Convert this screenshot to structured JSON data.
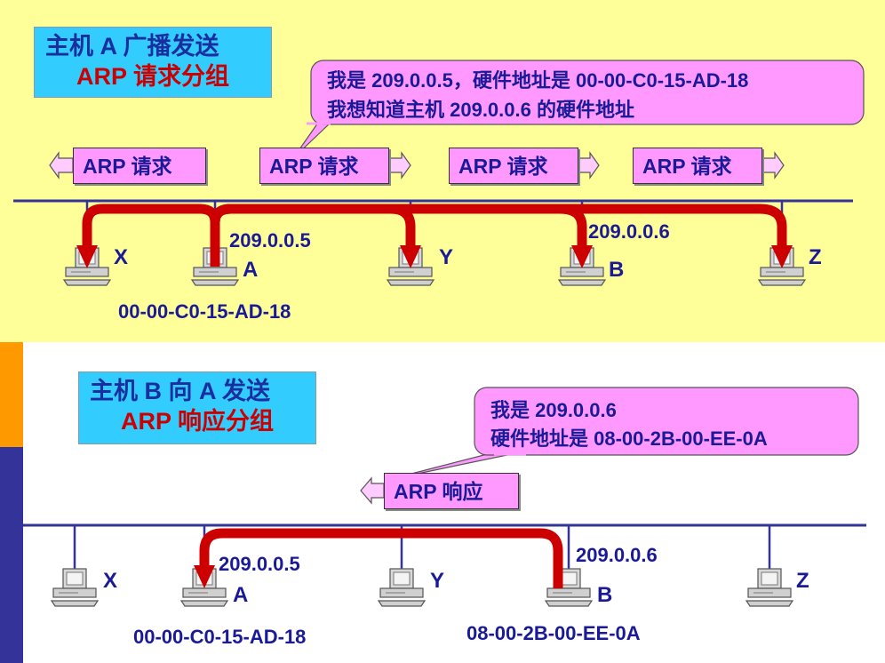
{
  "request_panel": {
    "title_line1": "主机 A 广播发送",
    "title_line2": "ARP 请求分组",
    "bubble_line1": "我是 209.0.0.5，硬件地址是 00-00-C0-15-AD-18",
    "bubble_line2": "我想知道主机 209.0.0.6 的硬件地址",
    "packets": [
      "ARP 请求",
      "ARP 请求",
      "ARP 请求",
      "ARP 请求"
    ],
    "hosts": {
      "x": "X",
      "a": "A",
      "y": "Y",
      "b": "B",
      "z": "Z"
    },
    "ip_a": "209.0.0.5",
    "ip_b": "209.0.0.6",
    "mac_a": "00-00-C0-15-AD-18"
  },
  "response_panel": {
    "title_line1": "主机 B 向 A 发送",
    "title_line2": "ARP 响应分组",
    "bubble_line1": "我是 209.0.0.6",
    "bubble_line2": "硬件地址是 08-00-2B-00-EE-0A",
    "packet": "ARP 响应",
    "hosts": {
      "x": "X",
      "a": "A",
      "y": "Y",
      "b": "B",
      "z": "Z"
    },
    "ip_a": "209.0.0.5",
    "ip_b": "209.0.0.6",
    "mac_a": "00-00-C0-15-AD-18",
    "mac_b": "08-00-2B-00-EE-0A"
  },
  "colors": {
    "panel_top": "#ffff99",
    "title_box": "#33ccff",
    "bubble": "#ff99ff",
    "text_navy": "#1a1a99",
    "text_red": "#cc0000",
    "arrow_red": "#cc0000",
    "bus_line": "#333399"
  }
}
